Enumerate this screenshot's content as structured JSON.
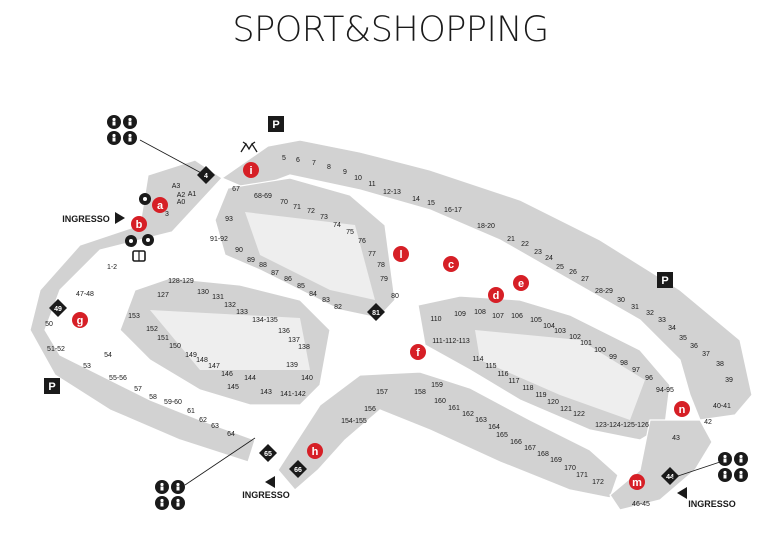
{
  "title": "SPORT&SHOPPING",
  "colors": {
    "shop": "#d2d2d2",
    "walkway": "#eeeeee",
    "shop_stroke": "#ffffff",
    "marker": "#d61f26",
    "badge": "#1a1a1a",
    "text": "#1a1a1a"
  },
  "entrance_label": "INGRESSO",
  "parking_label": "P",
  "entrances": [
    {
      "id": "ingresso-west",
      "label": "INGRESSO"
    },
    {
      "id": "ingresso-south",
      "label": "INGRESSO"
    },
    {
      "id": "ingresso-east",
      "label": "INGRESSO"
    }
  ],
  "parking": [
    {
      "id": "parking-north",
      "label": "P"
    },
    {
      "id": "parking-west",
      "label": "P"
    },
    {
      "id": "parking-east",
      "label": "P"
    }
  ],
  "markers": [
    "a",
    "b",
    "c",
    "d",
    "e",
    "f",
    "g",
    "h",
    "i",
    "l",
    "m",
    "n"
  ],
  "badges": [
    "4",
    "49",
    "81",
    "65",
    "66",
    "44"
  ],
  "services": [
    {
      "id": "services-northwest",
      "icons": [
        "toilet-icon",
        "wheelchair-icon",
        "baby-changing-icon",
        "family-icon"
      ]
    },
    {
      "id": "services-south",
      "icons": [
        "toilet-icon",
        "wheelchair-icon",
        "baby-changing-icon",
        "family-icon"
      ]
    },
    {
      "id": "services-east",
      "icons": [
        "toilet-icon",
        "wheelchair-icon",
        "baby-changing-icon",
        "family-icon"
      ]
    }
  ],
  "info_icons": [
    "euro-icon",
    "info-icon",
    "security-icon",
    "lockers-icon",
    "deer-logo-icon"
  ],
  "units": [
    "5",
    "6",
    "7",
    "8",
    "9",
    "10",
    "11",
    "12-13",
    "14",
    "15",
    "16-17",
    "18-20",
    "21",
    "22",
    "23",
    "24",
    "25",
    "26",
    "27",
    "28-29",
    "30",
    "31",
    "32",
    "33",
    "34",
    "35",
    "36",
    "37",
    "38",
    "39",
    "40-41",
    "42",
    "43",
    "46-45",
    "A3",
    "A2",
    "A1",
    "A0",
    "3",
    "67",
    "68-69",
    "70",
    "71",
    "72",
    "73",
    "74",
    "75",
    "76",
    "77",
    "78",
    "79",
    "80",
    "82",
    "83",
    "84",
    "85",
    "86",
    "87",
    "88",
    "89",
    "90",
    "91-92",
    "93",
    "1-2",
    "47-48",
    "50",
    "51-52",
    "53",
    "54",
    "55-56",
    "57",
    "58",
    "59-60",
    "61",
    "62",
    "63",
    "64",
    "127",
    "128-129",
    "130",
    "131",
    "132",
    "133",
    "134-135",
    "136",
    "137",
    "138",
    "139",
    "140",
    "141-142",
    "143",
    "144",
    "145",
    "146",
    "147",
    "148",
    "149",
    "150",
    "151",
    "152",
    "153",
    "110",
    "109",
    "108",
    "107",
    "106",
    "105",
    "104",
    "103",
    "102",
    "101",
    "100",
    "99",
    "98",
    "97",
    "96",
    "94-95",
    "111-112-113",
    "114",
    "115",
    "116",
    "117",
    "118",
    "119",
    "120",
    "121",
    "122",
    "123-124-125-126",
    "157",
    "156",
    "154-155",
    "158",
    "159",
    "160",
    "161",
    "162",
    "163",
    "164",
    "165",
    "166",
    "167",
    "168",
    "169",
    "170",
    "171",
    "172"
  ]
}
